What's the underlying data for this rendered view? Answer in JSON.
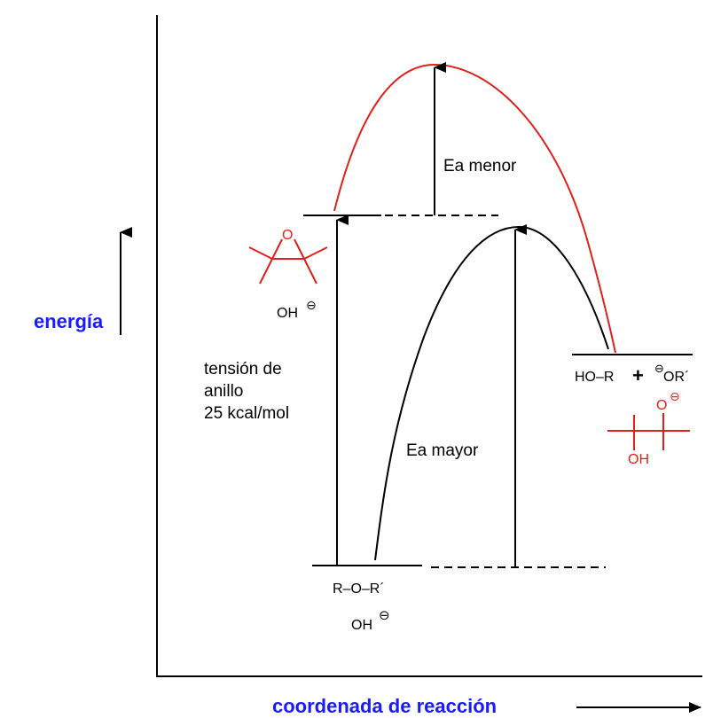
{
  "axes": {
    "y_label": "energía",
    "x_label": "coordenada de reacción"
  },
  "annotations": {
    "ea_menor": "Ea menor",
    "ea_mayor": "Ea mayor",
    "tension_line1": "tensión de",
    "tension_line2": "anillo",
    "tension_line3": "25 kcal/mol"
  },
  "species": {
    "epoxide_O": "O",
    "epoxide_base": "OH",
    "epoxide_base_charge": "⊖",
    "ether_formula": "R–O–R´",
    "ether_base": "OH",
    "ether_base_charge": "⊖",
    "product_formula_left": "HO–R",
    "product_plus": "+",
    "product_charge": "⊖",
    "product_formula_right": "OR´",
    "red_product_O": "O",
    "red_product_charge": "⊖",
    "red_product_OH": "OH"
  },
  "colors": {
    "axis_label": "#1a1aff",
    "strained_path": "#e0201a",
    "unstrained_path": "#000000"
  }
}
